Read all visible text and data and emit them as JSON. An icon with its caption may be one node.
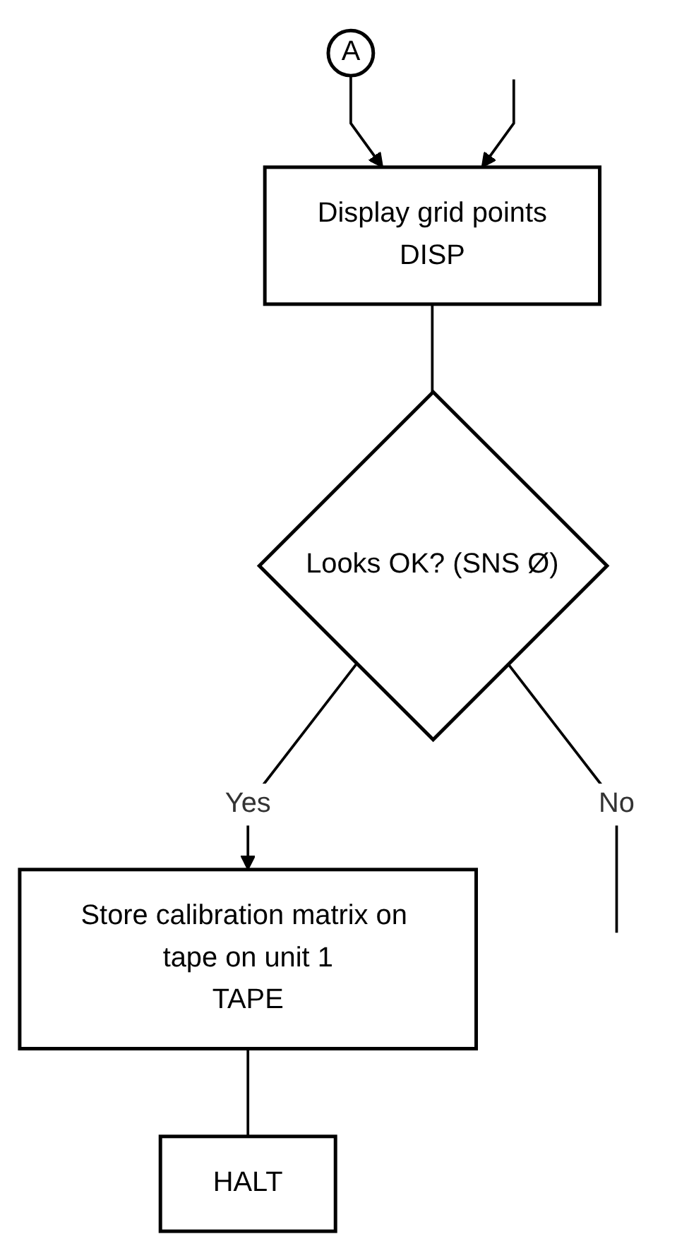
{
  "diagram": {
    "nodes": [
      {
        "text": [
          "A"
        ]
      },
      {
        "text": [
          "Display grid points",
          "DISP"
        ]
      },
      {
        "text": [
          "Looks OK? (SNS Ø)"
        ]
      },
      {
        "text": [
          "Store calibration matrix on tape on unit 1",
          "TAPE"
        ]
      },
      {
        "text": [
          "HALT"
        ]
      }
    ],
    "edges": [
      {
        "from": 0,
        "to": 1,
        "arrow": "to"
      },
      {
        "from": null,
        "to": 1,
        "arrow": "to"
      },
      {
        "from": 1,
        "to": 2,
        "arrow": "none"
      },
      {
        "from": 2,
        "to": null,
        "label": "No",
        "arrow": "none"
      },
      {
        "from": 2,
        "to": 3,
        "label": "Yes",
        "arrow": "to"
      },
      {
        "from": 3,
        "to": 4,
        "arrow": "none"
      }
    ]
  }
}
